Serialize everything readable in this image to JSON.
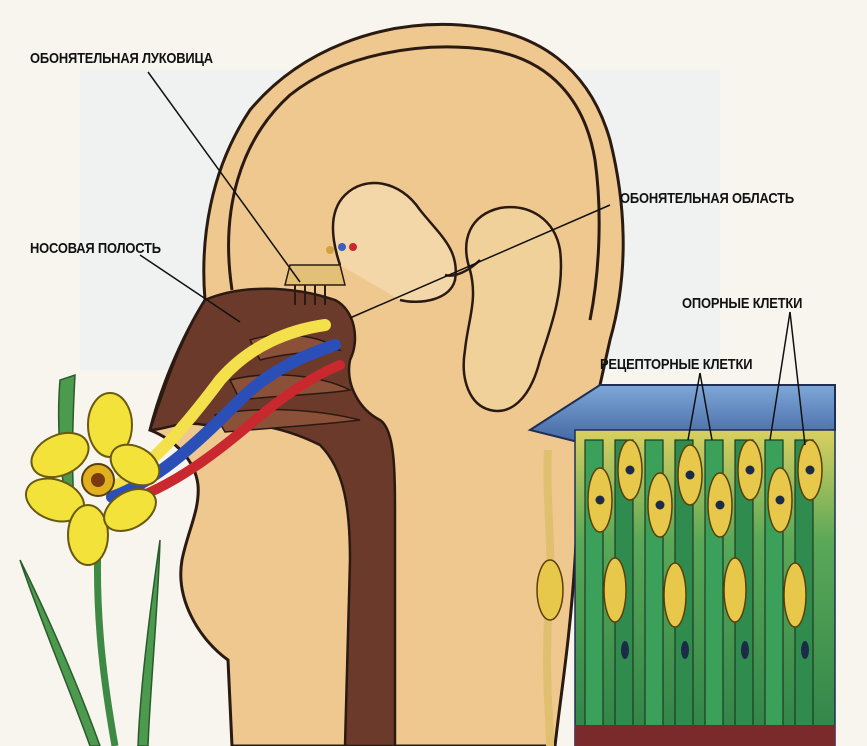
{
  "labels": {
    "olfactory_bulb": "ОБОНЯТЕЛЬНАЯ ЛУКОВИЦА",
    "olfactory_area": "ОБОНЯТЕЛЬНАЯ ОБЛАСТЬ",
    "nasal_cavity": "НОСОВАЯ ПОЛОСТЬ",
    "supporting_cells": "ОПОРНЫЕ КЛЕТКИ",
    "receptor_cells": "РЕЦЕПТОРНЫЕ КЛЕТКИ"
  },
  "colors": {
    "skin": "#eec88f",
    "skin_dark": "#d9a466",
    "cavity": "#6b3a2a",
    "outline": "#2a1a12",
    "scent_yellow": "#f4e04a",
    "scent_blue": "#2a4fb8",
    "scent_red": "#c8282e",
    "cell_green": "#3a9a5a",
    "flower_yellow": "#f2e23a"
  }
}
